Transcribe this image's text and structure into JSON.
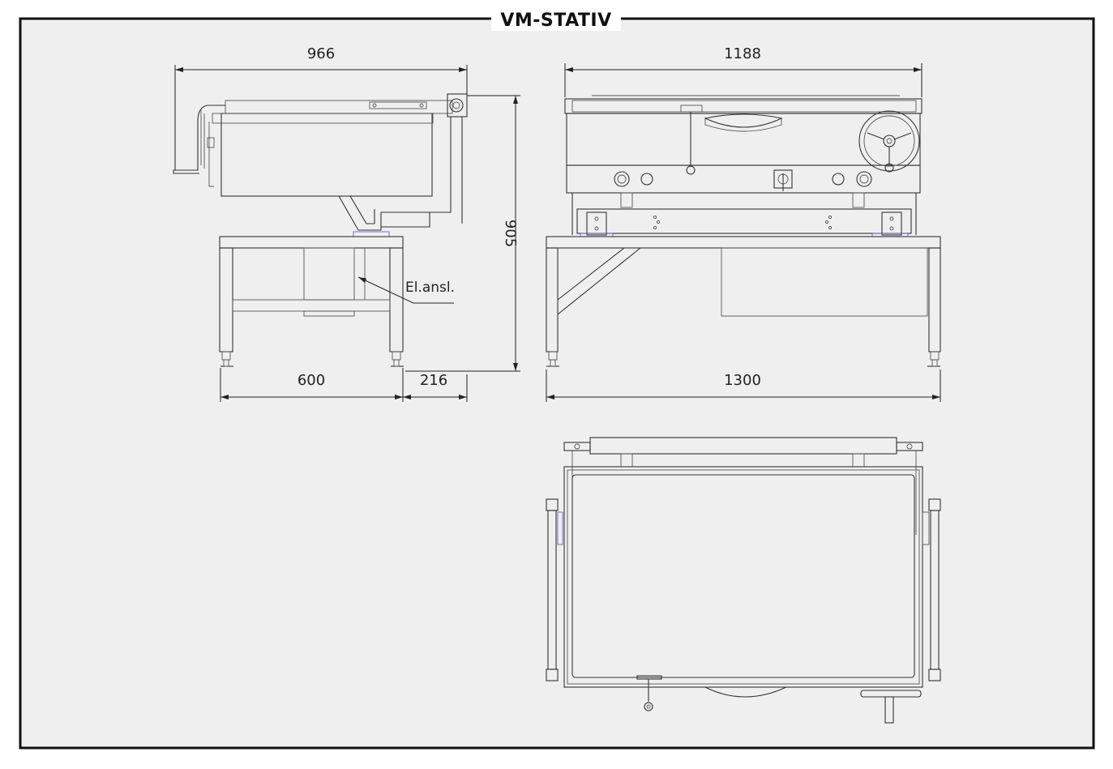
{
  "title": "VM-STATIV",
  "dimensions": {
    "side_width": "966",
    "front_width": "1188",
    "height": "905",
    "side_depth": "600",
    "side_offset": "216",
    "front_length": "1300"
  },
  "labels": {
    "electrical_connection": "El.ansl."
  },
  "colors": {
    "line": "#333333",
    "background": "#efefef",
    "frame": "#111111"
  }
}
